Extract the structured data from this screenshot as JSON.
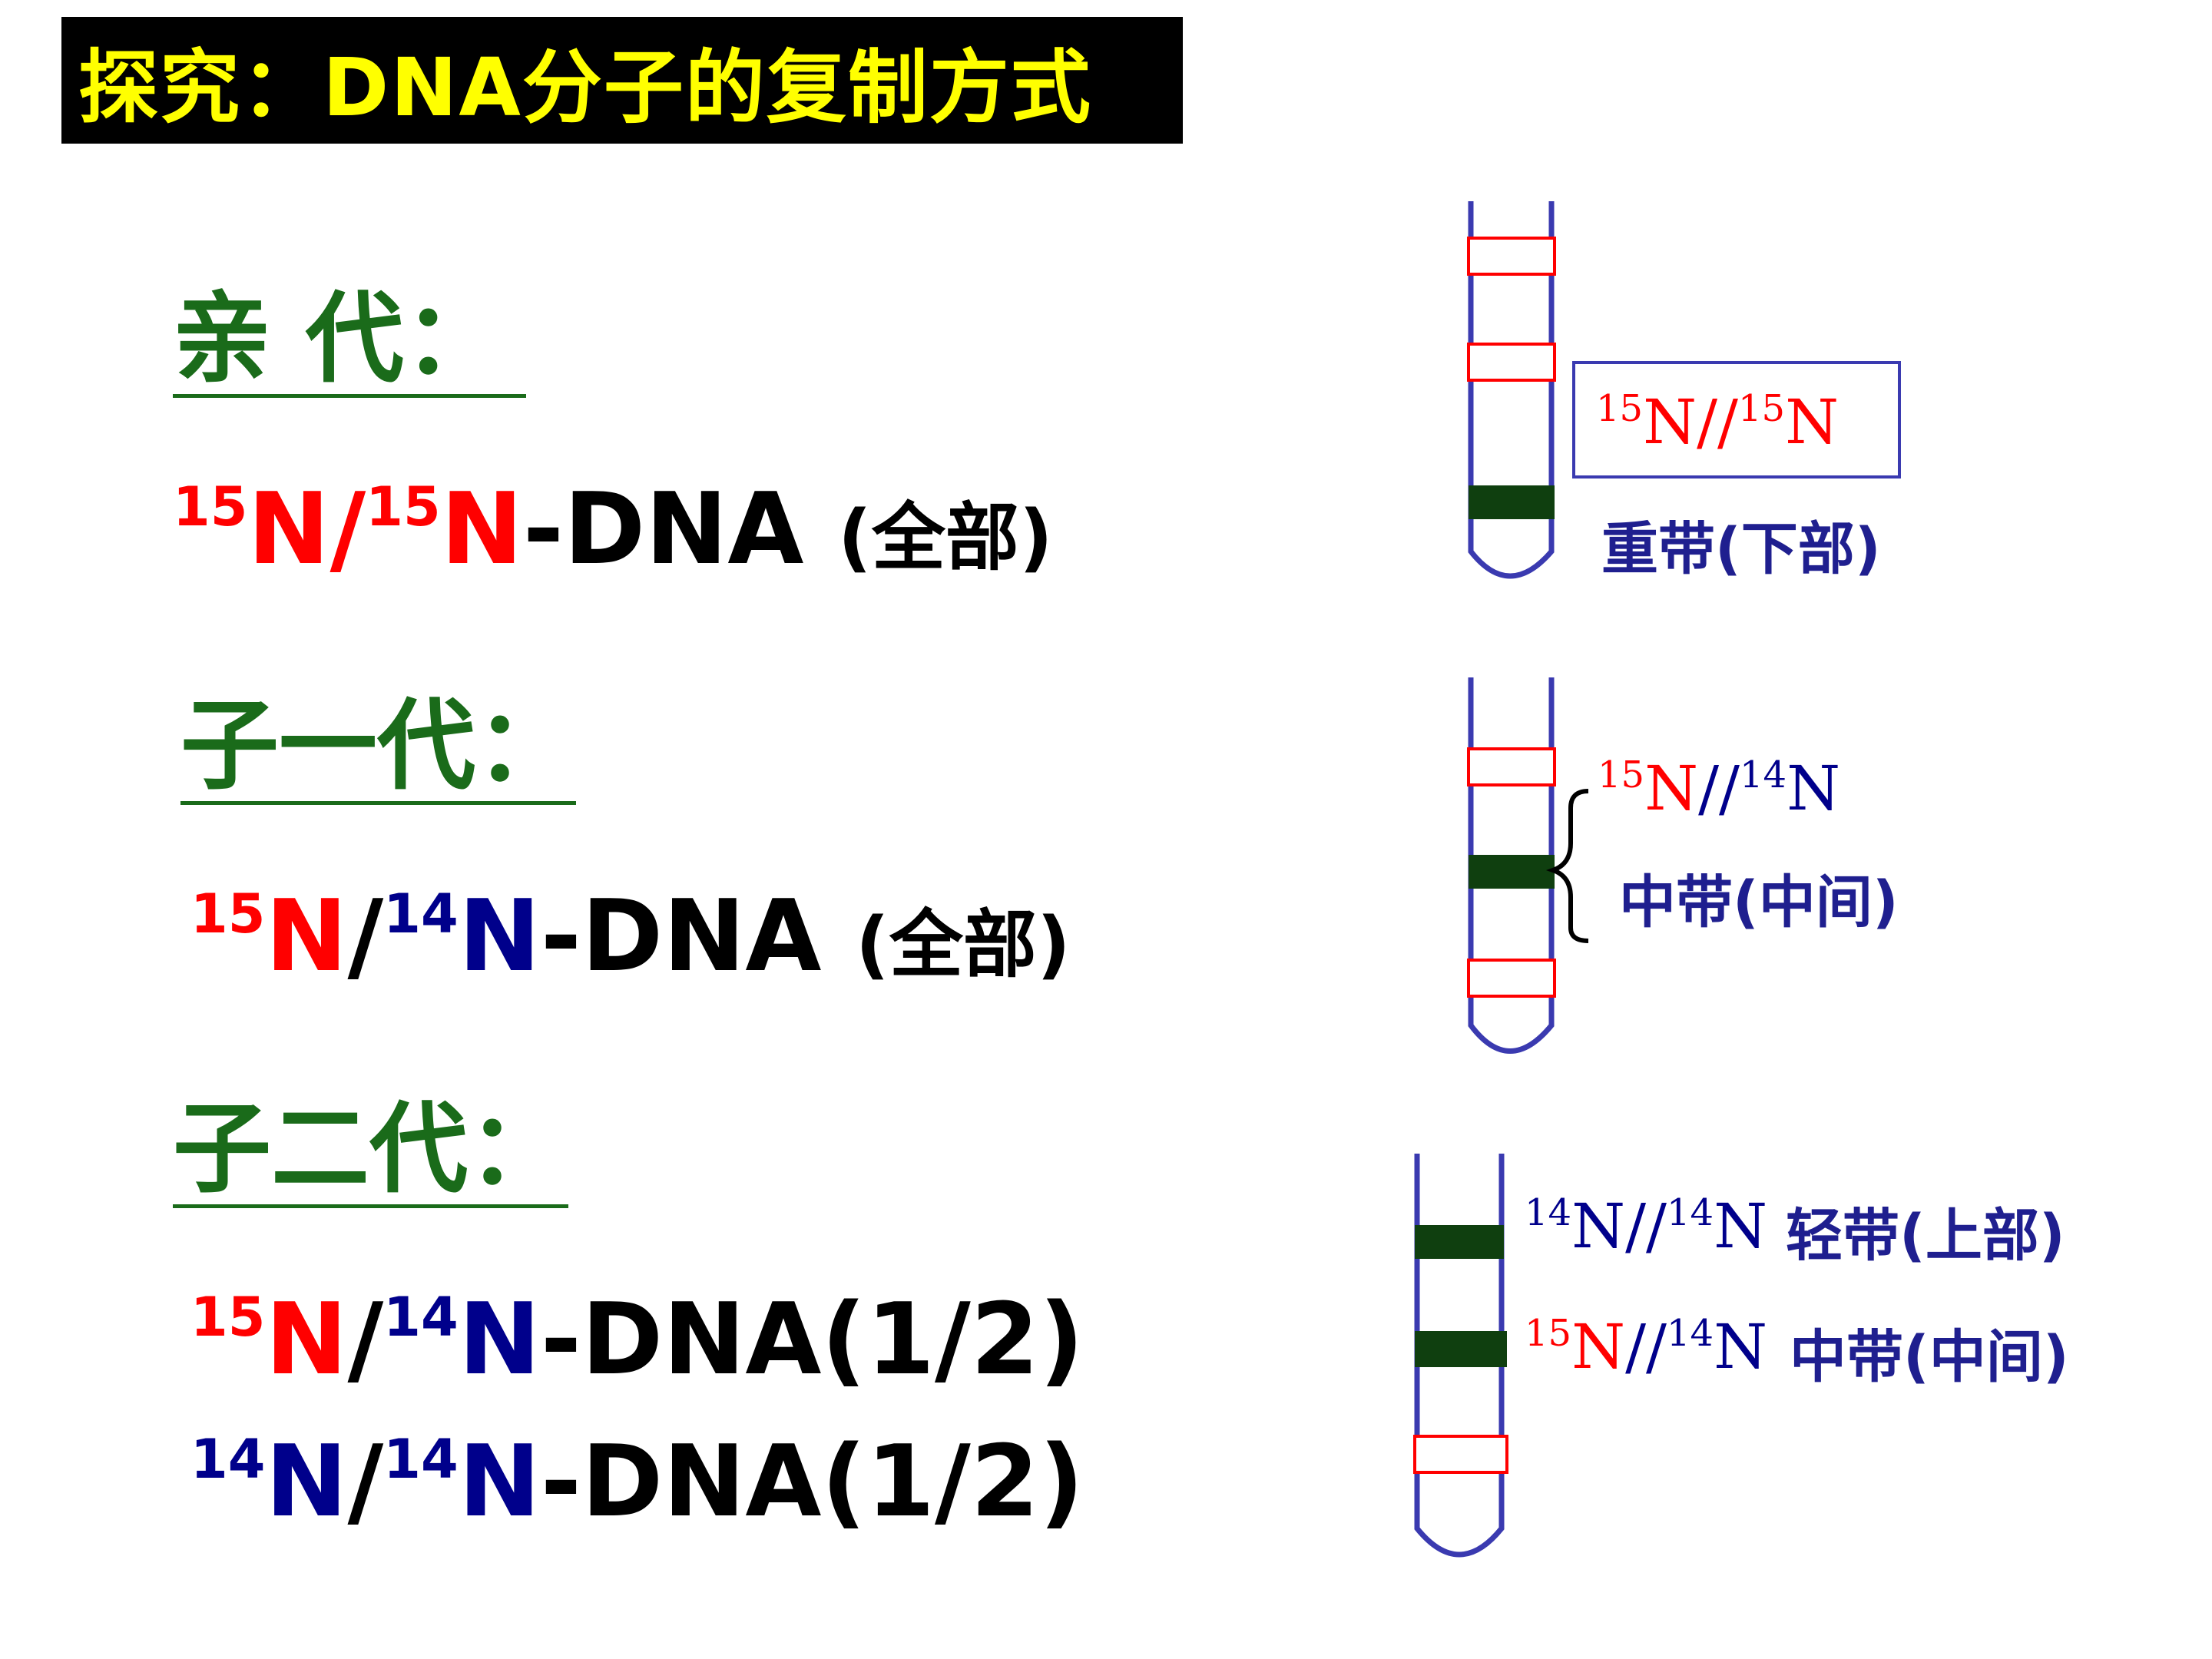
{
  "title": "探究：DNA分子的复制方式",
  "generations": [
    {
      "label": "亲  代：",
      "lines": [
        {
          "iso1": "15",
          "n1": "N",
          "sep": "/",
          "iso2": "15",
          "n2": "N",
          "suffix": "-DNA",
          "note": "(全部)"
        }
      ]
    },
    {
      "label": "子一代：",
      "lines": [
        {
          "iso1": "15",
          "n1": "N",
          "sep": "/",
          "iso2": "14",
          "n2": "N",
          "suffix": "-DNA",
          "note": "(全部)"
        }
      ]
    },
    {
      "label": "子二代：",
      "lines": [
        {
          "iso1": "15",
          "n1": "N",
          "sep": "/",
          "iso2": "14",
          "n2": "N",
          "suffix": "-DNA",
          "note": "(1/2)"
        },
        {
          "iso1": "14",
          "n1": "N",
          "sep": "/",
          "iso2": "14",
          "n2": "N",
          "suffix": "-DNA",
          "note": "(1/2)"
        }
      ]
    }
  ],
  "tubes": [
    {
      "pair": {
        "iso1": "15",
        "n1": "N",
        "sep": "//",
        "iso2": "15",
        "n2": "N"
      },
      "band": "重带(下部)"
    },
    {
      "pair": {
        "iso1": "15",
        "n1": "N",
        "sep": "//",
        "iso2": "14",
        "n2": "N"
      },
      "band": "中带(中间)"
    },
    {
      "pairs": [
        {
          "iso1": "14",
          "n1": "N",
          "sep": "//",
          "iso2": "14",
          "n2": "N",
          "band": "轻带(上部)"
        },
        {
          "iso1": "15",
          "n1": "N",
          "sep": "//",
          "iso2": "14",
          "n2": "N",
          "band": "中带(中间)"
        }
      ]
    }
  ],
  "colors": {
    "title_bg": "#000000",
    "title_text": "#ffff00",
    "label_green": "#1a6b1a",
    "n15_red": "#ff0000",
    "n14_blue": "#00008b",
    "tube_outline": "#3a3ab0",
    "dna_band": "#0f3f0f",
    "empty_band": "#ff0000"
  }
}
